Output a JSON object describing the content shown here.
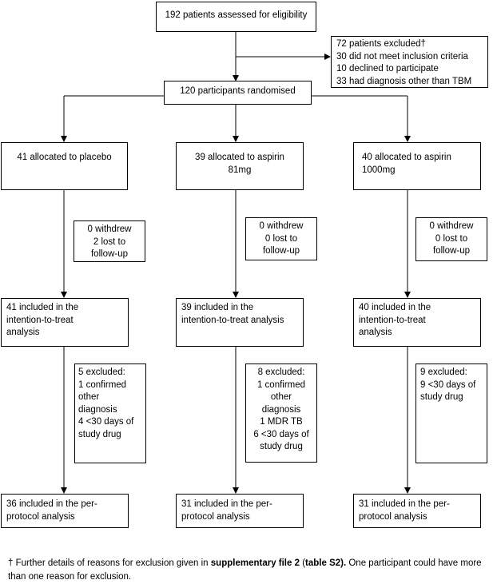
{
  "assessed": [
    "192 patients assessed for eligibility"
  ],
  "excluded": [
    "72 patients excluded†",
    "30 did not meet inclusion criteria",
    "10 declined to participate",
    "33 had diagnosis other than TBM"
  ],
  "randomised": [
    "120 participants randomised"
  ],
  "arms": [
    {
      "allocated": [
        "41 allocated to placebo"
      ],
      "withdrew": [
        "0 withdrew",
        "2 lost to",
        "follow-up"
      ],
      "itt": [
        "41 included in the",
        "intention-to-treat",
        "analysis"
      ],
      "pp_excluded": [
        "5 excluded:",
        "1 confirmed",
        "other",
        "diagnosis",
        "4 <30 days of",
        "study drug"
      ],
      "pp": [
        "36 included in the per-",
        "protocol analysis"
      ]
    },
    {
      "allocated": [
        "39 allocated to aspirin",
        "81mg"
      ],
      "withdrew": [
        "0 withdrew",
        "0 lost to",
        "follow-up"
      ],
      "itt": [
        "39 included in the",
        "intention-to-treat analysis"
      ],
      "pp_excluded": [
        "8 excluded:",
        "1 confirmed",
        "other",
        "diagnosis",
        "1 MDR TB",
        "6 <30 days of",
        "study drug"
      ],
      "pp": [
        "31 included in the per-",
        "protocol analysis"
      ]
    },
    {
      "allocated": [
        "40 allocated to aspirin",
        "1000mg"
      ],
      "withdrew": [
        "0 withdrew",
        "0 lost to",
        "follow-up"
      ],
      "itt": [
        "40 included in the",
        "intention-to-treat",
        "analysis"
      ],
      "pp_excluded": [
        "9 excluded:",
        "9 <30 days of",
        "study drug"
      ],
      "pp": [
        "31 included in the per-",
        "protocol analysis"
      ]
    }
  ],
  "footnote": {
    "part1": "† Further details of reasons for exclusion given in ",
    "bold1": "supplementary file 2",
    "part2": " (",
    "bold2": "table S2).",
    "part3": " One participant could have more than one reason for exclusion."
  }
}
